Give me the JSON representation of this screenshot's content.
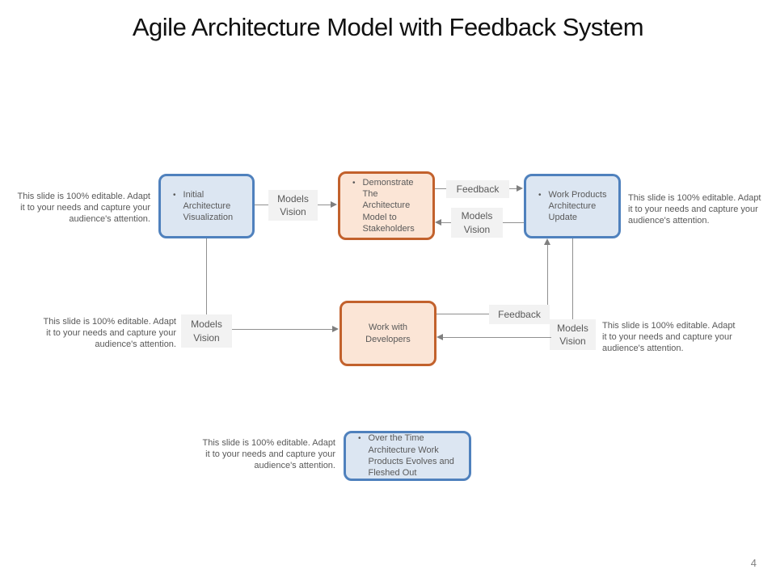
{
  "title": "Agile Architecture Model with Feedback System",
  "page_number": "4",
  "bullet": "•",
  "editable_note": "This slide is 100% editable. Adapt it to your needs and capture your audience's attention.",
  "boxes": {
    "initial": "Initial Architecture Visualization",
    "demonstrate": "Demonstrate The Architecture Model to Stakeholders",
    "work_products": "Work Products Architecture Update",
    "work_with_developers": "Work with Developers",
    "over_time": "Over the Time Architecture Work Products Evolves and Fleshed Out"
  },
  "labels": {
    "models_vision": "Models Vision",
    "feedback": "Feedback"
  },
  "colors": {
    "blue_border": "#4f81bd",
    "blue_fill": "#dce6f2",
    "orange_border": "#c2612c",
    "orange_fill": "#fbe5d6",
    "label_bg": "#f2f2f2",
    "connector": "#909090",
    "text": "#595959"
  }
}
